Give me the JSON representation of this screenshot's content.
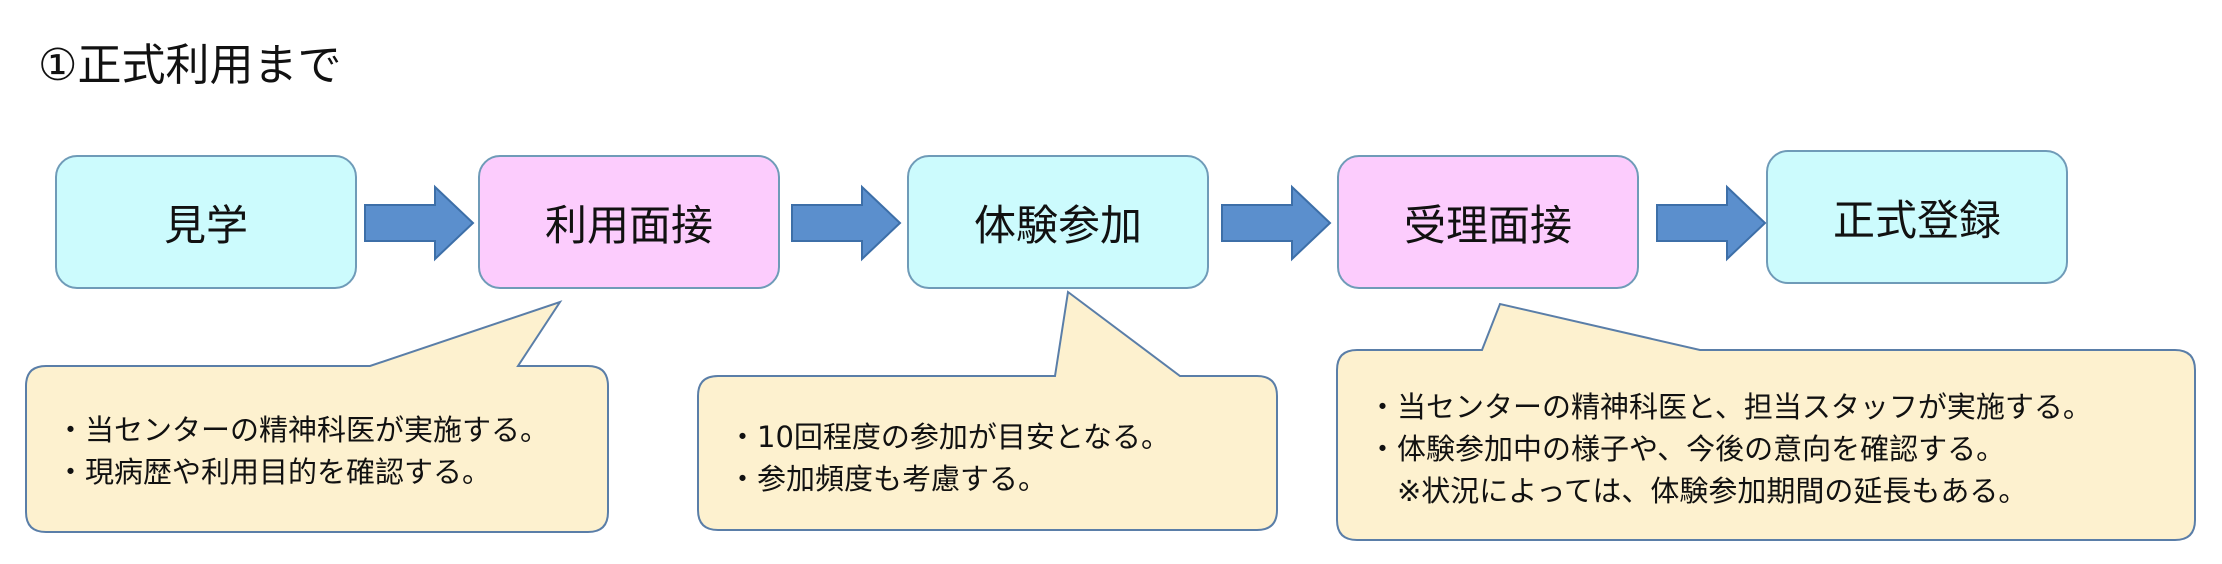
{
  "title": "①正式利用まで",
  "steps": [
    {
      "label": "見学",
      "color": "#ccfbfd"
    },
    {
      "label": "利用面接",
      "color": "#fcccfd"
    },
    {
      "label": "体験参加",
      "color": "#ccfbfd"
    },
    {
      "label": "受理面接",
      "color": "#fcccfd"
    },
    {
      "label": "正式登録",
      "color": "#ccfbfd"
    }
  ],
  "notes": [
    {
      "lines": [
        "・当センターの精神科医が実施する。",
        "・現病歴や利用目的を確認する。"
      ]
    },
    {
      "lines": [
        "・10回程度の参加が目安となる。",
        "・参加頻度も考慮する。"
      ]
    },
    {
      "lines": [
        "・当センターの精神科医と、担当スタッフが実施する。",
        "・体験参加中の様子や、今後の意向を確認する。",
        "　※状況によっては、体験参加期間の延長もある。"
      ]
    }
  ],
  "colors": {
    "arrow": "#5b8fcd",
    "arrow_border": "#3d6fa8",
    "note_bg": "#fdf1cf",
    "note_border": "#5a7ea8",
    "box_border": "#6f9bb8"
  }
}
